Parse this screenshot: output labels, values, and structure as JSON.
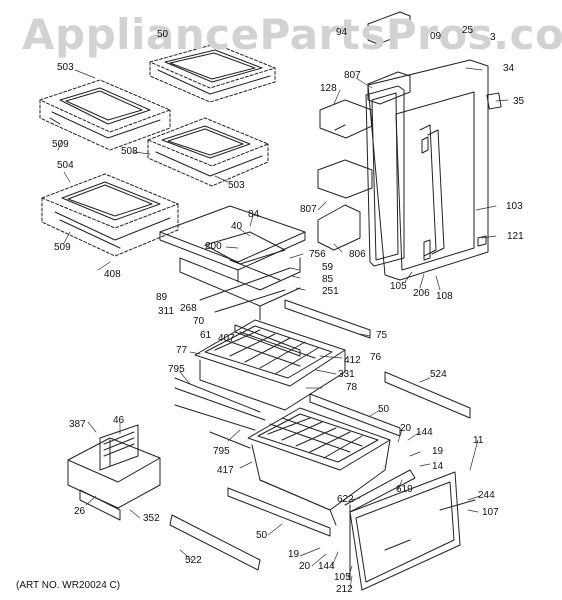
{
  "watermark": "AppliancePartsPros.com",
  "art_number": "(ART NO. WR20024 C)",
  "callouts": [
    {
      "id": "c503a",
      "label": "503"
    },
    {
      "id": "c50a",
      "label": "50"
    },
    {
      "id": "c509a",
      "label": "509"
    },
    {
      "id": "c508",
      "label": "508"
    },
    {
      "id": "c503b",
      "label": "503"
    },
    {
      "id": "c504",
      "label": "504"
    },
    {
      "id": "c509b",
      "label": "509"
    },
    {
      "id": "c408",
      "label": "408"
    },
    {
      "id": "c84",
      "label": "84"
    },
    {
      "id": "c40",
      "label": "40"
    },
    {
      "id": "c200",
      "label": "200"
    },
    {
      "id": "c756",
      "label": "756"
    },
    {
      "id": "c85",
      "label": "85"
    },
    {
      "id": "c59",
      "label": "59"
    },
    {
      "id": "c251",
      "label": "251"
    },
    {
      "id": "c89",
      "label": "89"
    },
    {
      "id": "c311",
      "label": "311"
    },
    {
      "id": "c268",
      "label": "268"
    },
    {
      "id": "c70",
      "label": "70"
    },
    {
      "id": "c61",
      "label": "61"
    },
    {
      "id": "c407",
      "label": "407"
    },
    {
      "id": "c75",
      "label": "75"
    },
    {
      "id": "c76",
      "label": "76"
    },
    {
      "id": "c412",
      "label": "412"
    },
    {
      "id": "c331",
      "label": "331"
    },
    {
      "id": "c78",
      "label": "78"
    },
    {
      "id": "c77",
      "label": "77"
    },
    {
      "id": "c795a",
      "label": "795"
    },
    {
      "id": "c795b",
      "label": "795"
    },
    {
      "id": "c524",
      "label": "524"
    },
    {
      "id": "c50b",
      "label": "50"
    },
    {
      "id": "c387",
      "label": "387"
    },
    {
      "id": "c46",
      "label": "46"
    },
    {
      "id": "c26",
      "label": "26"
    },
    {
      "id": "c352",
      "label": "352"
    },
    {
      "id": "c417",
      "label": "417"
    },
    {
      "id": "c20a",
      "label": "20"
    },
    {
      "id": "c144a",
      "label": "144"
    },
    {
      "id": "c19a",
      "label": "19"
    },
    {
      "id": "c14",
      "label": "14"
    },
    {
      "id": "c11",
      "label": "11"
    },
    {
      "id": "c619",
      "label": "619"
    },
    {
      "id": "c622",
      "label": "622"
    },
    {
      "id": "c244",
      "label": "244"
    },
    {
      "id": "c107",
      "label": "107"
    },
    {
      "id": "c50c",
      "label": "50"
    },
    {
      "id": "c522",
      "label": "522"
    },
    {
      "id": "c19b",
      "label": "19"
    },
    {
      "id": "c20b",
      "label": "20"
    },
    {
      "id": "c144b",
      "label": "144"
    },
    {
      "id": "c105a",
      "label": "105"
    },
    {
      "id": "c212",
      "label": "212"
    },
    {
      "id": "c94",
      "label": "94"
    },
    {
      "id": "c09",
      "label": "09"
    },
    {
      "id": "c25",
      "label": "25"
    },
    {
      "id": "c3",
      "label": "3"
    },
    {
      "id": "c34",
      "label": "34"
    },
    {
      "id": "c807a",
      "label": "807"
    },
    {
      "id": "c128",
      "label": "128"
    },
    {
      "id": "c35",
      "label": "35"
    },
    {
      "id": "c807b",
      "label": "807"
    },
    {
      "id": "c103",
      "label": "103"
    },
    {
      "id": "c121",
      "label": "121"
    },
    {
      "id": "c806",
      "label": "806"
    },
    {
      "id": "c105b",
      "label": "105"
    },
    {
      "id": "c206",
      "label": "206"
    },
    {
      "id": "c108",
      "label": "108"
    }
  ]
}
